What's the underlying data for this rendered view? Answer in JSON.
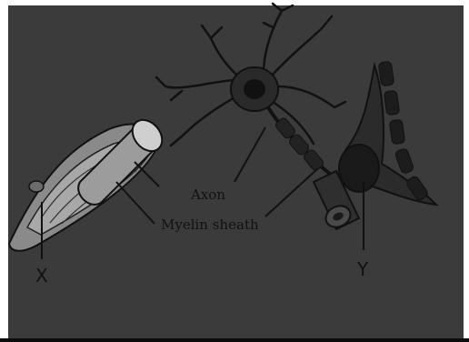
{
  "diagram": {
    "labels": {
      "axon": "Axon",
      "myelin_sheath": "Myelin sheath",
      "marker_x": "X",
      "marker_y": "Y"
    },
    "colors": {
      "background": "#3b3b3b",
      "ink": "#111111",
      "highlight": "#c9c9c9"
    }
  }
}
